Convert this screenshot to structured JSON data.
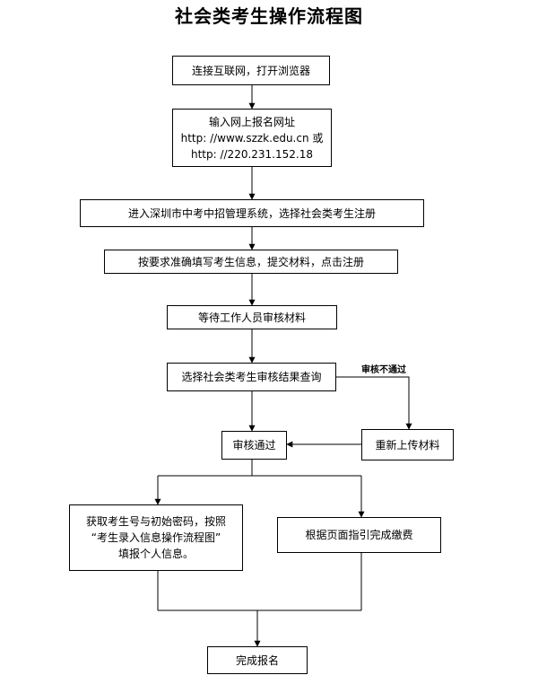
{
  "title": "社会类考生操作流程图",
  "steps": {
    "connect": "连接互联网，打开浏览器",
    "input_url": [
      "输入网上报名网址",
      "http: //www.szzk.edu.cn 或",
      "http: //220.231.152.18"
    ],
    "enter_system": "进入深圳市中考中招管理系统，选择社会类考生注册",
    "fill_info": "按要求准确填写考生信息，提交材料，点击注册",
    "wait_review": "等待工作人员审核材料",
    "query_result": "选择社会类考生审核结果查询",
    "approved": "审核通过",
    "reupload": "重新上传材料",
    "get_account": [
      "获取考生号与初始密码，按照",
      "“考生录入信息操作流程图”",
      "填报个人信息。"
    ],
    "pay_fee": "根据页面指引完成缴费",
    "complete": "完成报名"
  },
  "labels": {
    "not_passed": "审核不通过"
  }
}
